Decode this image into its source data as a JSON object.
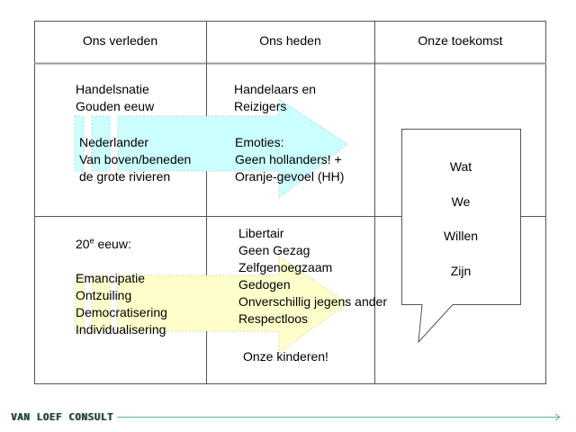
{
  "table": {
    "headers": [
      "Ons verleden",
      "Ons heden",
      "Onze toekomst"
    ],
    "row1": {
      "past": [
        "Handelsnatie",
        "Gouden eeuw"
      ],
      "past_arrow": [
        "Nederlander",
        "Van boven/beneden",
        "de grote rivieren"
      ],
      "present_top": [
        "Handelaars en",
        "Reizigers"
      ],
      "present_bottom": [
        "Emoties:",
        "Geen hollanders! +",
        "Oranje-gevoel (HH)"
      ]
    },
    "row2": {
      "past_title": "20",
      "past_title_sup": "e",
      "past_title_rest": " eeuw:",
      "past_list": [
        "Emancipatie",
        "Ontzuiling",
        "Democratisering",
        "Individualisering"
      ],
      "present_list": [
        "Libertair",
        "Geen Gezag",
        "Zelfgenoegzaam",
        "Gedogen",
        "Onverschillig jegens ander",
        "Respectloos"
      ],
      "present_footer": "Onze kinderen!"
    }
  },
  "callout": [
    "Wat",
    "We",
    "Willen",
    "Zijn"
  ],
  "footer": {
    "logo": "VAN LOEF CONSULT"
  },
  "colors": {
    "arrow_top": "#ccffff",
    "arrow_bottom": "#ffffcc",
    "accent": "#5cb98a",
    "line": "#555555"
  }
}
